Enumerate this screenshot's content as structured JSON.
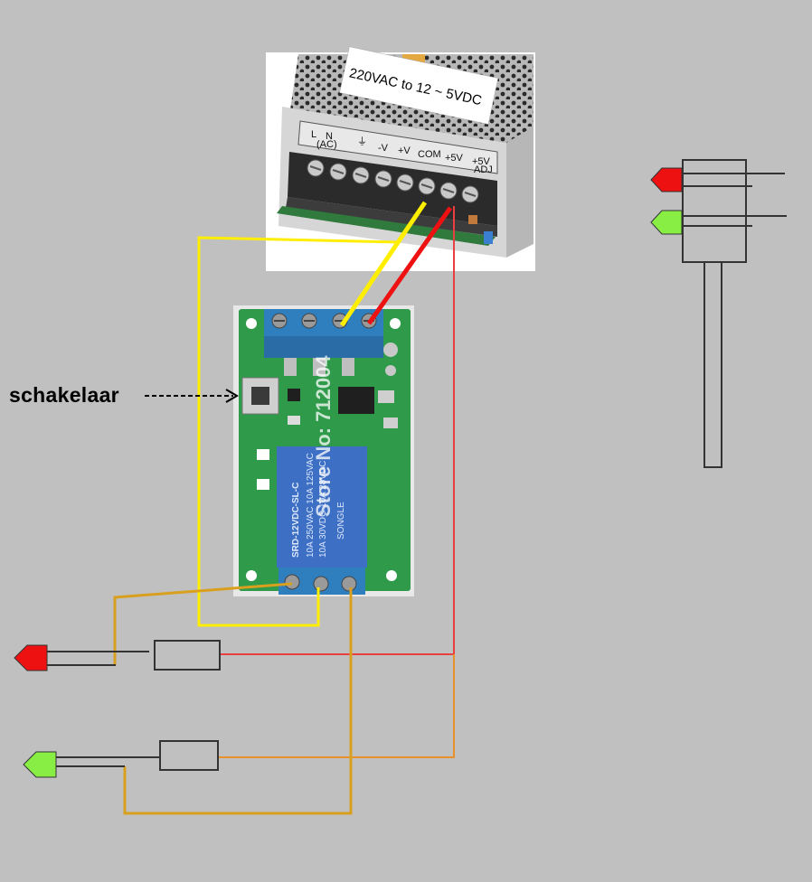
{
  "psu": {
    "label": "220VAC to   12 ~ 5VDC",
    "terminals": [
      "L",
      "N",
      "(AC)",
      "⏚",
      "-V",
      "+V",
      "COM",
      "+5V",
      "+5V",
      "ADJ"
    ]
  },
  "switch_label": "schakelaar",
  "relay_module": {
    "model_top": "SRD-12VDC-SL-C",
    "brand": "SONGLE",
    "ratings": [
      "10A 250VAC  10A 125VAC",
      "10A 30VDC  10A 28VDC"
    ],
    "store_text": "Store No: 712004"
  },
  "colors": {
    "background": "#c0c0c0",
    "wire_yellow": "#ffee00",
    "wire_red": "#ee2222",
    "wire_red_thin": "#e84040",
    "wire_orange": "#e8922a",
    "wire_gold": "#d9a020",
    "led_red": "#ee1111",
    "led_green": "#88ee44",
    "pcb": "#2e9a4a",
    "terminal_blue": "#2f7fbf",
    "relay_blue": "#3d6fc4"
  }
}
